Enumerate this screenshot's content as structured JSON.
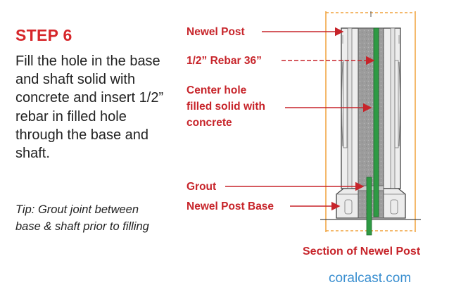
{
  "step": {
    "title": "STEP 6",
    "instructions": "Fill the hole in the base and shaft solid with concrete and insert 1/2” rebar in filled hole through the base and shaft.",
    "tip": "Tip: Grout joint between base & shaft prior to filling"
  },
  "diagram": {
    "callouts": {
      "newel_post": "Newel Post",
      "rebar": "1/2” Rebar 36”",
      "center_hole_1": "Center hole",
      "center_hole_2": "filled solid with",
      "center_hole_3": "concrete",
      "grout": "Grout",
      "newel_post_base": "Newel Post Base"
    },
    "caption": "Section of Newel Post"
  },
  "footer": {
    "website": "coralcast.com"
  },
  "colors": {
    "accent_red": "#c7242a",
    "rebar_green": "#2e9a44",
    "concrete_gray": "#9a9a9a",
    "guide_orange": "#f0a23b",
    "link_blue": "#3a8fd0"
  }
}
